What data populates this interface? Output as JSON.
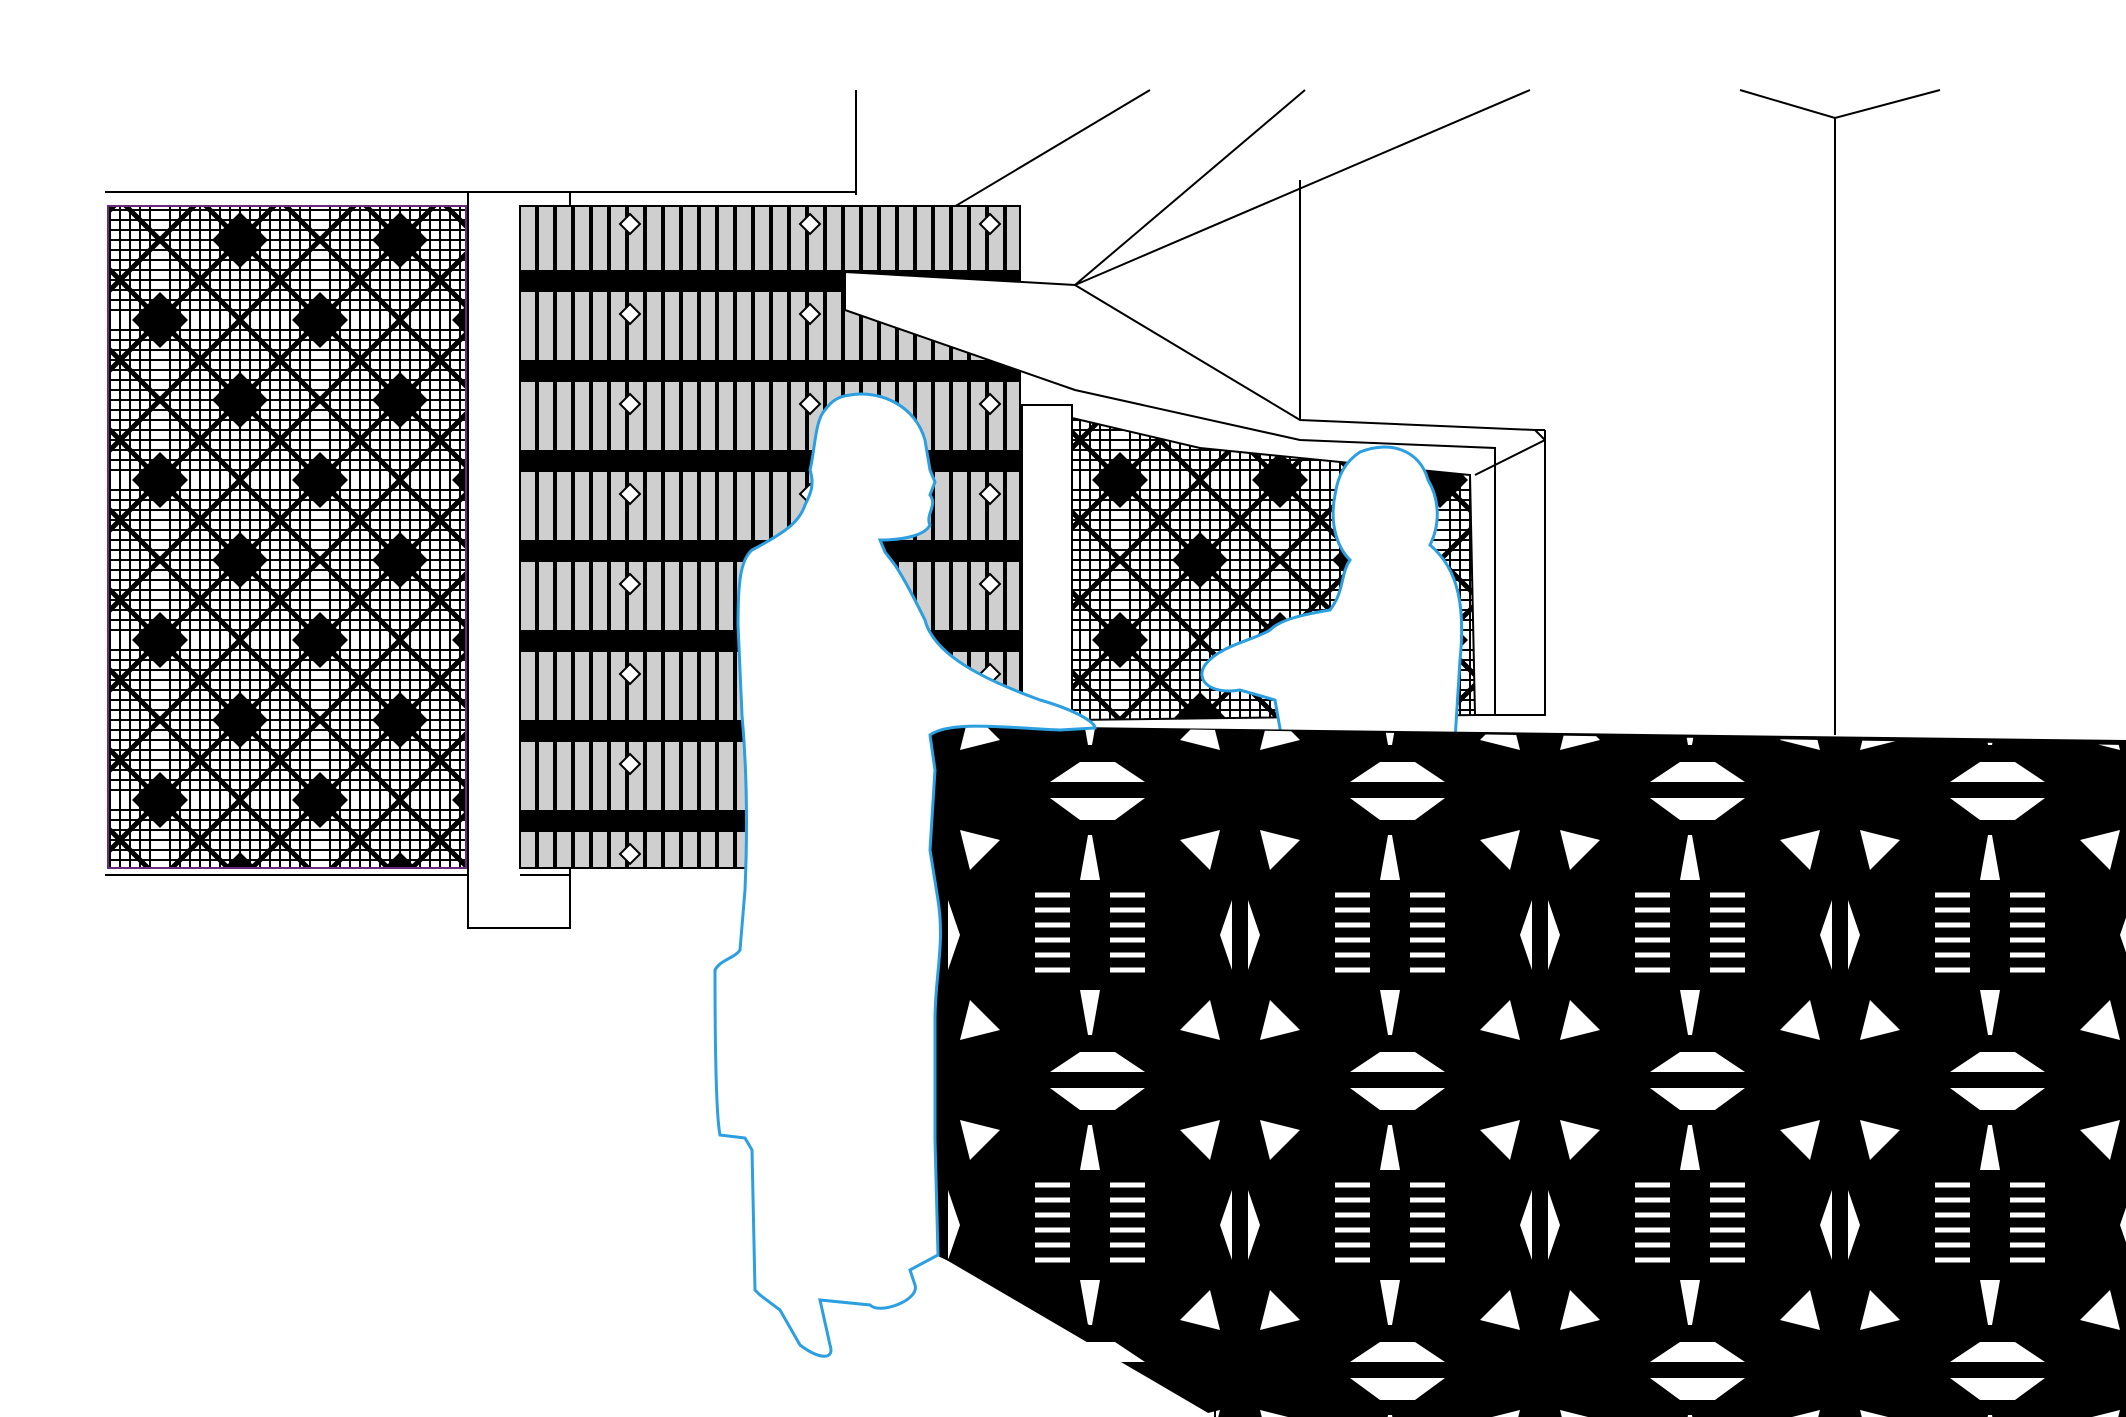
{
  "scene": {
    "background": "#ffffff",
    "ink": "#000000",
    "panel_grey": "#cfcfcf",
    "silhouette_outline": "#2b9fe0",
    "silhouette_fill": "#ffffff",
    "elements": [
      "wall-panel-diamond-grid",
      "wall-panel-striped-grid",
      "wall-panel-diamond-grid-rear",
      "bulkhead-ceiling",
      "reception-counter-perforated",
      "standing-visitor-silhouette",
      "seated-receptionist-silhouette"
    ]
  }
}
